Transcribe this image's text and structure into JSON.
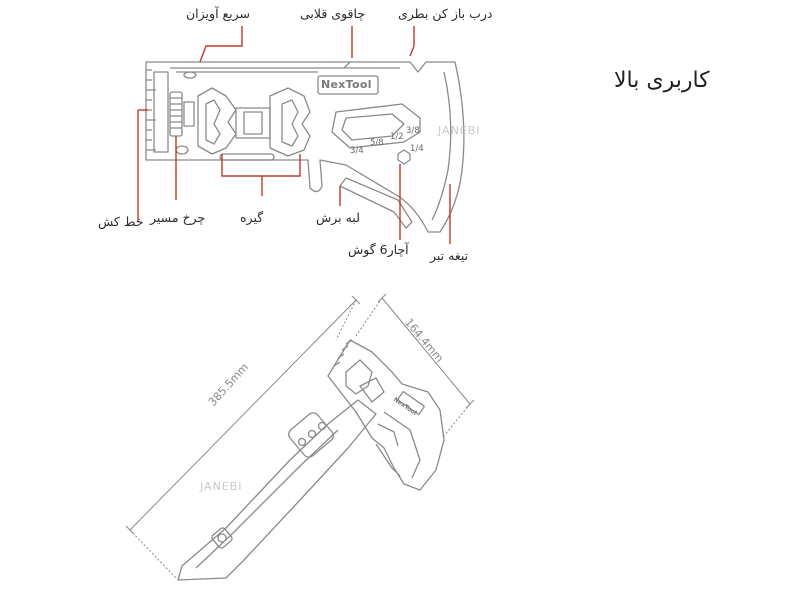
{
  "title": "کاربری بالا",
  "labels": {
    "hook_top": "سریع آویزان",
    "hook_knife": "چاقوی قلابی",
    "bottle_opener": "درب باز کن بطری",
    "ruler": "خط کش",
    "adjust_wheel": "چرخ مسیر",
    "clamp": "گیره",
    "cutting_edge": "لبه برش",
    "hex_wrench": "آچار6 گوش",
    "axe_blade": "تیغه تبر"
  },
  "brand": "NexTool",
  "wrench_sizes": [
    "3/4",
    "5/8",
    "1/2",
    "3/8",
    "1/4"
  ],
  "watermark": "JANEBI",
  "dimensions": {
    "length": "385.5mm",
    "width": "164.4mm"
  },
  "colors": {
    "line": "#8a8a8a",
    "accent": "#c0392b",
    "text": "#2a2a2a"
  }
}
